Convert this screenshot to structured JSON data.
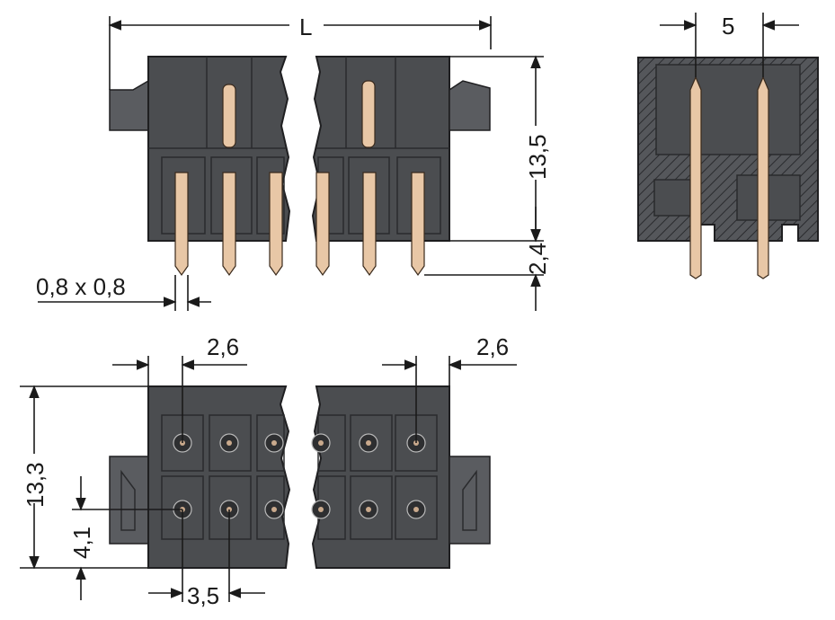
{
  "dimensions": {
    "length": "L",
    "height_top": "13,5",
    "pin_below": "2,4",
    "pin_section": "0,8 x 0,8",
    "pitch": "5",
    "pitch_left": "2,6",
    "pitch_right": "2,6",
    "height_bottom": "13,3",
    "offset": "4,1",
    "spacing": "3,5"
  },
  "colors": {
    "housing": "#4b4d50",
    "pin": "#e8c7a6",
    "line": "#1a1a1a"
  }
}
